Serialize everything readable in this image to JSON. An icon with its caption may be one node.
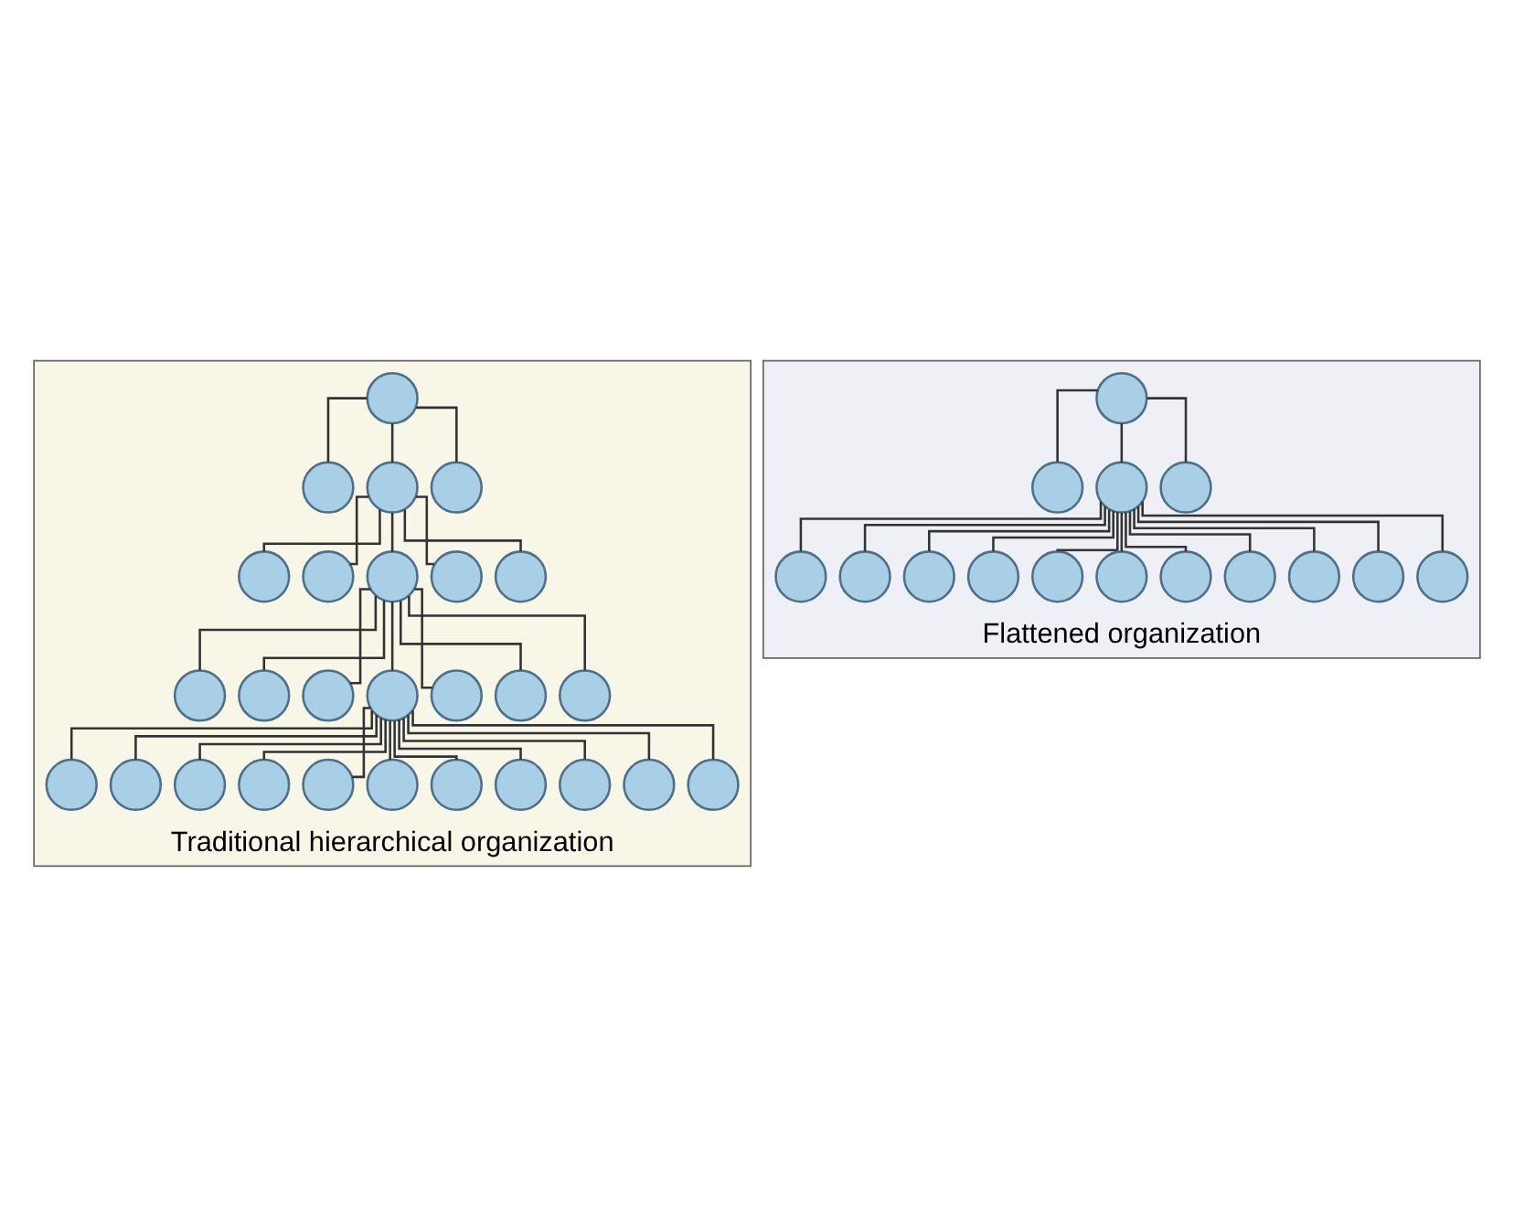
{
  "diagram": {
    "nodes": [
      {
        "text": [
          "Traditional hierarchical organization"
        ]
      },
      {
        "text": [],
        "shape": "circle",
        "in": 0
      },
      {
        "text": [],
        "shape": "circle",
        "in": 0
      },
      {
        "text": [],
        "shape": "circle",
        "in": 0
      },
      {
        "text": [],
        "shape": "circle",
        "in": 0
      },
      {
        "text": [],
        "shape": "circle",
        "in": 0
      },
      {
        "text": [],
        "shape": "circle",
        "in": 0
      },
      {
        "text": [],
        "shape": "circle",
        "in": 0
      },
      {
        "text": [],
        "shape": "circle",
        "in": 0
      },
      {
        "text": [],
        "shape": "circle",
        "in": 0
      },
      {
        "text": [],
        "shape": "circle",
        "in": 0
      },
      {
        "text": [],
        "shape": "circle",
        "in": 0
      },
      {
        "text": [],
        "shape": "circle",
        "in": 0
      },
      {
        "text": [],
        "shape": "circle",
        "in": 0
      },
      {
        "text": [],
        "shape": "circle",
        "in": 0
      },
      {
        "text": [],
        "shape": "circle",
        "in": 0
      },
      {
        "text": [],
        "shape": "circle",
        "in": 0
      },
      {
        "text": [],
        "shape": "circle",
        "in": 0
      },
      {
        "text": [],
        "shape": "circle",
        "in": 0
      },
      {
        "text": [],
        "shape": "circle",
        "in": 0
      },
      {
        "text": [],
        "shape": "circle",
        "in": 0
      },
      {
        "text": [],
        "shape": "circle",
        "in": 0
      },
      {
        "text": [],
        "shape": "circle",
        "in": 0
      },
      {
        "text": [],
        "shape": "circle",
        "in": 0
      },
      {
        "text": [],
        "shape": "circle",
        "in": 0
      },
      {
        "text": [],
        "shape": "circle",
        "in": 0
      },
      {
        "text": [],
        "shape": "circle",
        "in": 0
      },
      {
        "text": [],
        "shape": "circle",
        "in": 0
      },
      {
        "text": [
          "Flattened organization"
        ]
      },
      {
        "text": [],
        "shape": "circle",
        "in": 28
      },
      {
        "text": [],
        "shape": "circle",
        "in": 28
      },
      {
        "text": [],
        "shape": "circle",
        "in": 28
      },
      {
        "text": [],
        "shape": "circle",
        "in": 28
      },
      {
        "text": [],
        "shape": "circle",
        "in": 28
      },
      {
        "text": [],
        "shape": "circle",
        "in": 28
      },
      {
        "text": [],
        "shape": "circle",
        "in": 28
      },
      {
        "text": [],
        "shape": "circle",
        "in": 28
      },
      {
        "text": [],
        "shape": "circle",
        "in": 28
      },
      {
        "text": [],
        "shape": "circle",
        "in": 28
      },
      {
        "text": [],
        "shape": "circle",
        "in": 28
      },
      {
        "text": [],
        "shape": "circle",
        "in": 28
      },
      {
        "text": [],
        "shape": "circle",
        "in": 28
      },
      {
        "text": [],
        "shape": "circle",
        "in": 28
      },
      {
        "text": [],
        "shape": "circle",
        "in": 28
      }
    ],
    "edges": [
      {
        "from": 1,
        "to": 2,
        "arrow": "none"
      },
      {
        "from": 1,
        "to": 3,
        "arrow": "none"
      },
      {
        "from": 1,
        "to": 4,
        "arrow": "none"
      },
      {
        "from": 3,
        "to": 5,
        "arrow": "none"
      },
      {
        "from": 3,
        "to": 6,
        "arrow": "none"
      },
      {
        "from": 3,
        "to": 7,
        "arrow": "none"
      },
      {
        "from": 3,
        "to": 8,
        "arrow": "none"
      },
      {
        "from": 3,
        "to": 9,
        "arrow": "none"
      },
      {
        "from": 7,
        "to": 10,
        "arrow": "none"
      },
      {
        "from": 7,
        "to": 11,
        "arrow": "none"
      },
      {
        "from": 7,
        "to": 12,
        "arrow": "none"
      },
      {
        "from": 7,
        "to": 13,
        "arrow": "none"
      },
      {
        "from": 7,
        "to": 14,
        "arrow": "none"
      },
      {
        "from": 7,
        "to": 15,
        "arrow": "none"
      },
      {
        "from": 7,
        "to": 16,
        "arrow": "none"
      },
      {
        "from": 13,
        "to": 17,
        "arrow": "none"
      },
      {
        "from": 13,
        "to": 18,
        "arrow": "none"
      },
      {
        "from": 13,
        "to": 19,
        "arrow": "none"
      },
      {
        "from": 13,
        "to": 20,
        "arrow": "none"
      },
      {
        "from": 13,
        "to": 21,
        "arrow": "none"
      },
      {
        "from": 13,
        "to": 22,
        "arrow": "none"
      },
      {
        "from": 13,
        "to": 23,
        "arrow": "none"
      },
      {
        "from": 13,
        "to": 24,
        "arrow": "none"
      },
      {
        "from": 13,
        "to": 25,
        "arrow": "none"
      },
      {
        "from": 13,
        "to": 26,
        "arrow": "none"
      },
      {
        "from": 13,
        "to": 27,
        "arrow": "none"
      },
      {
        "from": 29,
        "to": 30,
        "arrow": "none"
      },
      {
        "from": 29,
        "to": 31,
        "arrow": "none"
      },
      {
        "from": 29,
        "to": 32,
        "arrow": "none"
      },
      {
        "from": 31,
        "to": 33,
        "arrow": "none"
      },
      {
        "from": 31,
        "to": 34,
        "arrow": "none"
      },
      {
        "from": 31,
        "to": 35,
        "arrow": "none"
      },
      {
        "from": 31,
        "to": 36,
        "arrow": "none"
      },
      {
        "from": 31,
        "to": 37,
        "arrow": "none"
      },
      {
        "from": 31,
        "to": 38,
        "arrow": "none"
      },
      {
        "from": 31,
        "to": 39,
        "arrow": "none"
      },
      {
        "from": 31,
        "to": 40,
        "arrow": "none"
      },
      {
        "from": 31,
        "to": 41,
        "arrow": "none"
      },
      {
        "from": 31,
        "to": 42,
        "arrow": "none"
      },
      {
        "from": 31,
        "to": 43,
        "arrow": "none"
      }
    ]
  }
}
